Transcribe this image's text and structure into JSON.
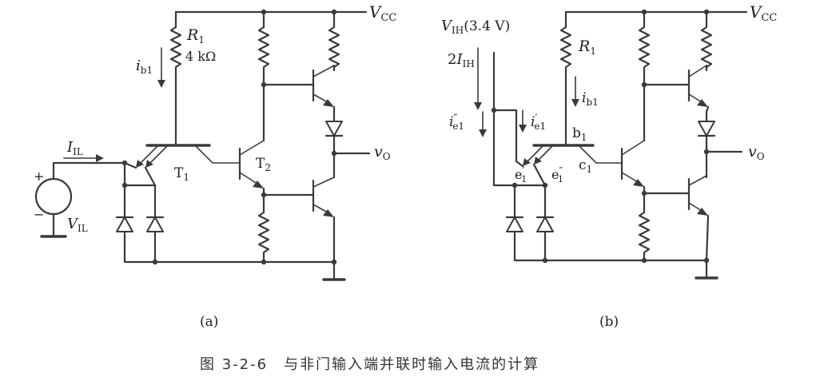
{
  "figure": {
    "caption": "图 3-2-6　与非门输入端并联时输入电流的计算",
    "panel_a": {
      "label": "(a)",
      "vcc": "V",
      "vcc_sub": "CC",
      "r1_name": "R",
      "r1_sub": "1",
      "r1_value": "4 kΩ",
      "ib1": "i",
      "ib1_sub": "b1",
      "iil": "I",
      "iil_sub": "IL",
      "vil": "V",
      "vil_sub": "IL",
      "plus": "+",
      "minus": "−",
      "t1": "T",
      "t1_sub": "1",
      "t2": "T",
      "t2_sub": "2",
      "vo": "v",
      "vo_sub": "O"
    },
    "panel_b": {
      "label": "(b)",
      "vcc": "V",
      "vcc_sub": "CC",
      "vih": "V",
      "vih_sub": "IH",
      "vih_value": "(3.4 V)",
      "iih_coef": "2",
      "iih": "I",
      "iih_sub": "IH",
      "r1_name": "R",
      "r1_sub": "1",
      "ib1": "i",
      "ib1_sub": "b1",
      "ie1pp": "i",
      "ie1pp_mark": "″",
      "ie1pp_sub": "e1",
      "ie1p": "i",
      "ie1p_mark": "′",
      "ie1p_sub": "e1",
      "b1": "b",
      "b1_sub": "1",
      "c1": "c",
      "c1_sub": "1",
      "e1p": "e",
      "e1p_mark": "′",
      "e1p_sub": "1",
      "e1pp": "e",
      "e1pp_mark": "″",
      "e1pp_sub": "1",
      "vo": "v",
      "vo_sub": "O"
    }
  }
}
